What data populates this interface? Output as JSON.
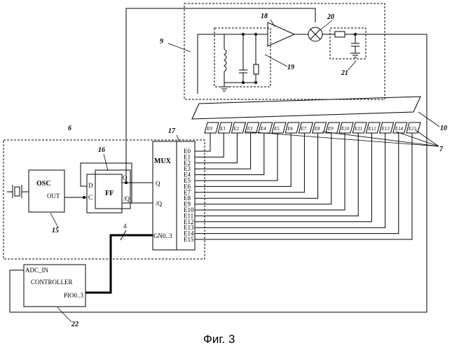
{
  "caption": "Фиг. 3",
  "blocks": {
    "osc": {
      "name": "OSC",
      "out": "OUT"
    },
    "ff": {
      "name": "FF",
      "d": "D",
      "c": "C",
      "q": "Q",
      "qn": "/Q"
    },
    "mux": {
      "name": "MUX",
      "q": "Q",
      "qn": "/Q",
      "gn": "GN0..3"
    },
    "controller": {
      "name": "CONTROLLER",
      "adc": "ADC_IN",
      "pio": "PIO0..3"
    }
  },
  "mux_inputs": [
    "E0",
    "E1",
    "E2",
    "E3",
    "E4",
    "E5",
    "E6",
    "E7",
    "E8",
    "E9",
    "E10",
    "E11",
    "E12",
    "E13",
    "E14",
    "E15"
  ],
  "electrodes": [
    "E0",
    "E1",
    "E2",
    "E3",
    "E4",
    "E5",
    "E6",
    "E7",
    "E8",
    "E9",
    "E10",
    "E11",
    "E12",
    "E13",
    "E14",
    "E15"
  ],
  "bus_width": "4",
  "refs": {
    "r6": "6",
    "r7": "7",
    "r9": "9",
    "r10": "10",
    "r15": "15",
    "r16": "16",
    "r17": "17",
    "r18": "18",
    "r19": "19",
    "r20": "20",
    "r21": "21",
    "r22": "22"
  }
}
